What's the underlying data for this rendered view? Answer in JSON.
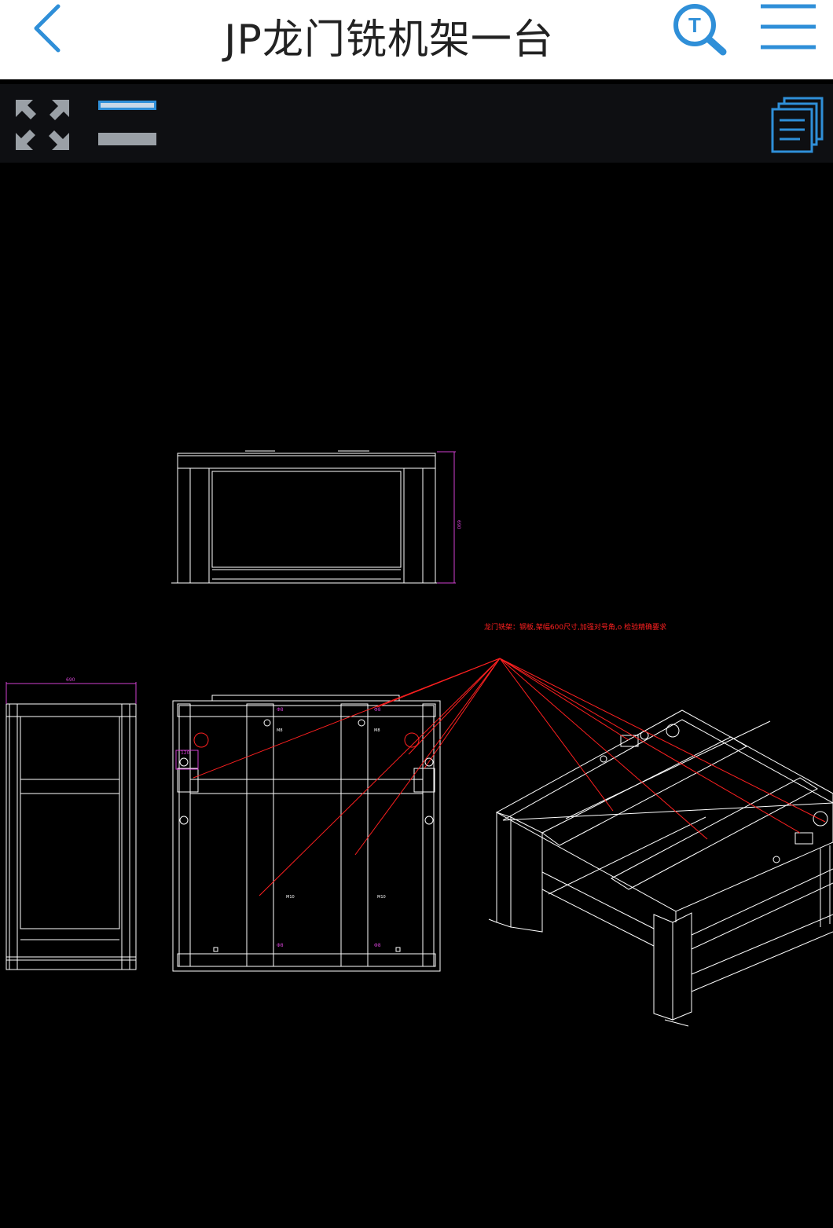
{
  "header": {
    "title": "JP龙门铣机架一台",
    "back_icon": "chevron-left-icon",
    "search_icon": "text-search-icon",
    "menu_icon": "hamburger-menu-icon"
  },
  "toolbar": {
    "fullscreen_icon": "expand-arrows-icon",
    "layer_icon": "layers-toggle-icon",
    "pages_icon": "document-stack-icon"
  },
  "drawing": {
    "annotation": "龙门铣架：钢板,架幅600尺寸,加强对号角,o 检验精确要求",
    "dim_height": "690",
    "dim_width": "690",
    "dim_small": "120",
    "hole_labels": [
      "Φ8",
      "M8",
      "M10"
    ]
  },
  "colors": {
    "accent": "#2f8fd8",
    "annotation_red": "#ff2020",
    "dimension_magenta": "#d040d0"
  }
}
